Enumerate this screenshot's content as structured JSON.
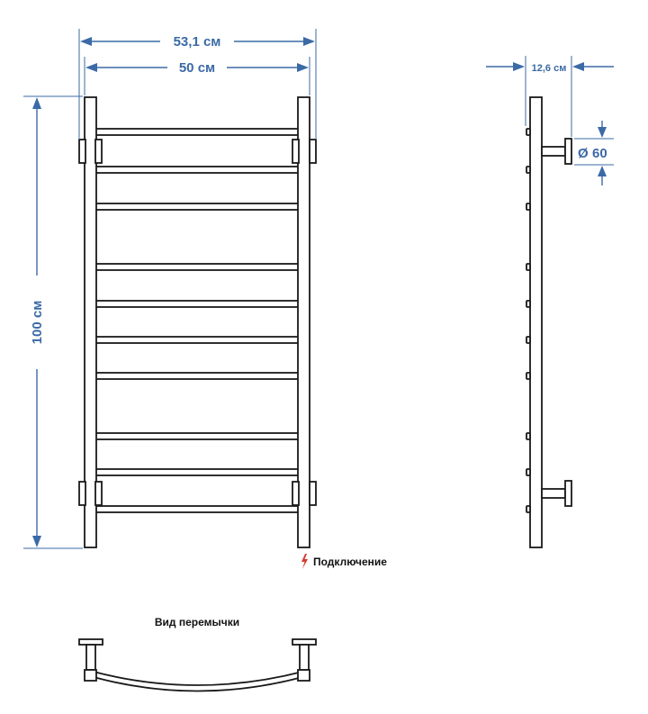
{
  "dimensions": {
    "outer_width": "53,1 см",
    "inner_width": "50 см",
    "height": "100 см",
    "depth": "12,6 см",
    "diameter": "60",
    "diameter_symbol": "Ø"
  },
  "labels": {
    "connection": "Подключение",
    "bridge_view": "Вид перемычки"
  },
  "colors": {
    "dimension": "#3b6aa6",
    "outline": "#1a1a1a",
    "connection_icon": "#d63a2f"
  },
  "icons": {
    "connection": "lightning-bolt-icon"
  }
}
